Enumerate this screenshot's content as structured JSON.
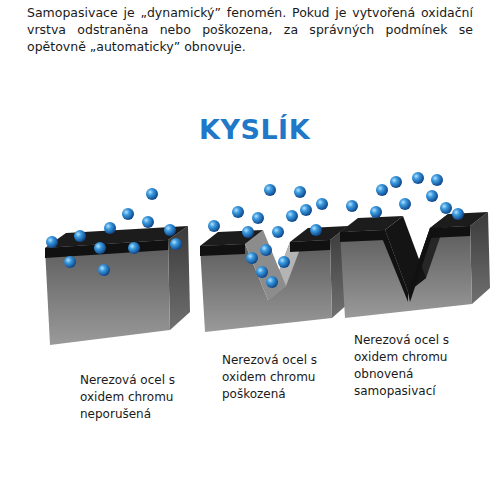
{
  "diagram": {
    "title": "KYSLÍK",
    "labels": [
      "Samopasivace je „dynamický” fenomén. Pokud je vytvořená oxidační vrstva odstraněna nebo poškozena, za správných podmínek se opětovně „automaticky” obnovuje.",
      "Nerezová ocel s oxidem chromu neporušená",
      "Nerezová ocel s oxidem chromu poškozená",
      "Nerezová ocel s oxidem chromu obnovená samopasivací"
    ]
  }
}
